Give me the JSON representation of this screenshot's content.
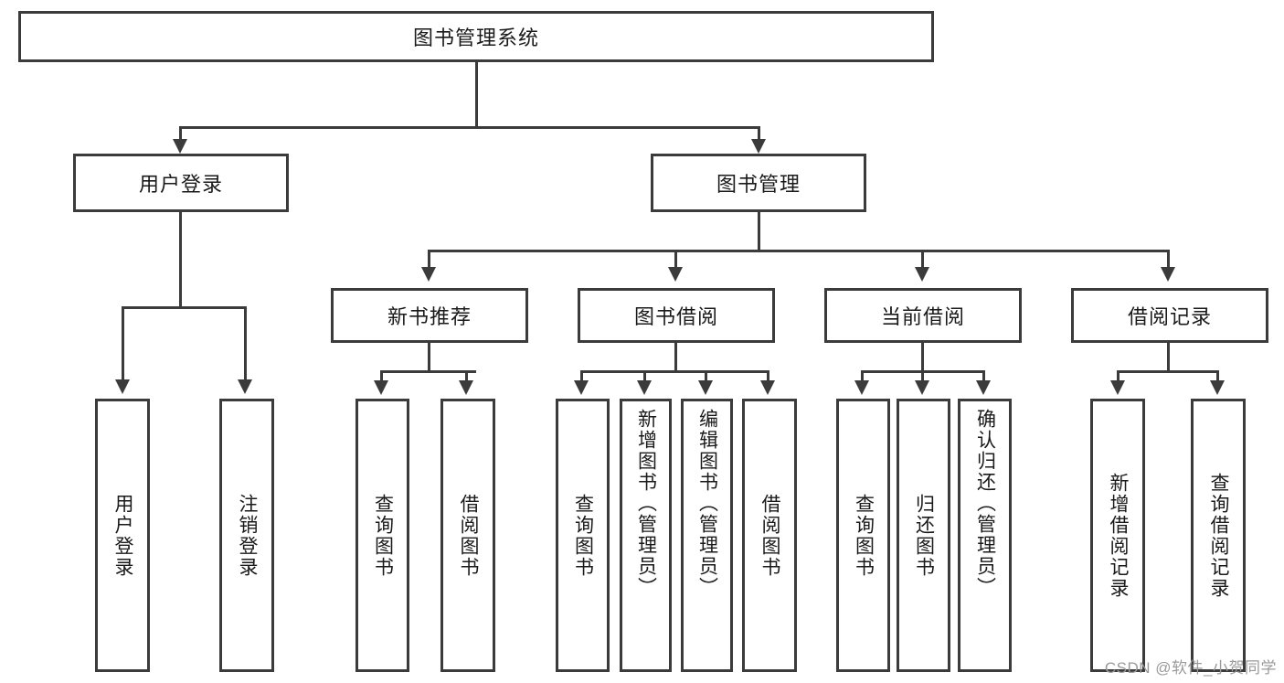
{
  "diagram": {
    "type": "tree-hierarchy",
    "title": "图书管理系统",
    "root": {
      "label": "图书管理系统"
    },
    "level2": [
      {
        "label": "用户登录"
      },
      {
        "label": "图书管理"
      }
    ],
    "level3": [
      {
        "label": "新书推荐"
      },
      {
        "label": "图书借阅"
      },
      {
        "label": "当前借阅"
      },
      {
        "label": "借阅记录"
      }
    ],
    "leaves": {
      "user_login": [
        {
          "label": "用户登录"
        },
        {
          "label": "注销登录"
        }
      ],
      "new_book_recommend": [
        {
          "label": "查询图书"
        },
        {
          "label": "借阅图书"
        }
      ],
      "book_borrow": [
        {
          "label": "查询图书"
        },
        {
          "label": "新增图书（管理员）"
        },
        {
          "label": "编辑图书（管理员）"
        },
        {
          "label": "借阅图书"
        }
      ],
      "current_borrow": [
        {
          "label": "查询图书"
        },
        {
          "label": "归还图书"
        },
        {
          "label": "确认归还（管理员）"
        }
      ],
      "borrow_record": [
        {
          "label": "新增借阅记录"
        },
        {
          "label": "查询借阅记录"
        }
      ]
    }
  },
  "watermark": {
    "text": "CSDN @软件_小贺同学"
  },
  "colors": {
    "stroke": "#3b3b3b",
    "text": "#1a1a1a",
    "background": "#ffffff",
    "watermark": "#9a9a9a"
  }
}
